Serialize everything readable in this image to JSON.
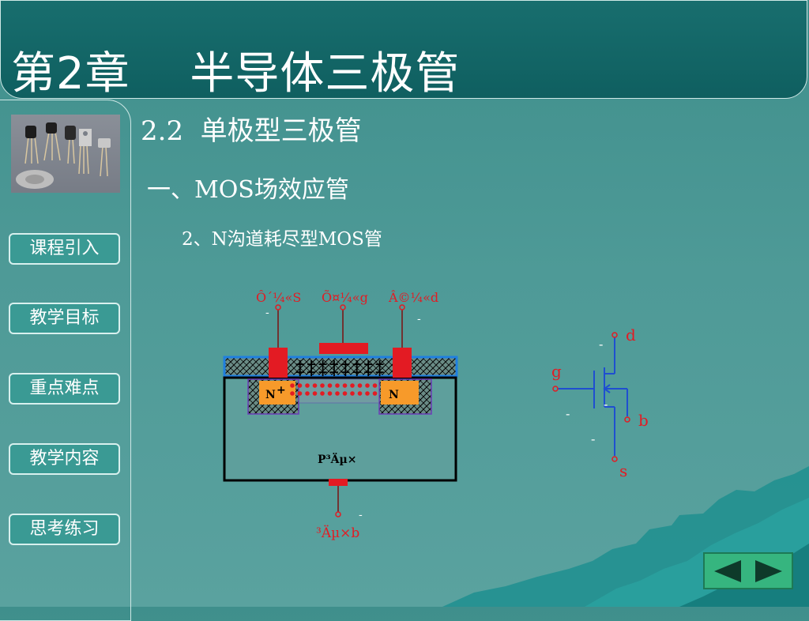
{
  "header": {
    "title": "第2章　 半导体三极管"
  },
  "sidebar": {
    "image_alt": "transistor-photo",
    "items": [
      {
        "label": "课程引入"
      },
      {
        "label": "教学目标"
      },
      {
        "label": "重点难点"
      },
      {
        "label": "教学内容"
      },
      {
        "label": "思考练习"
      }
    ]
  },
  "content": {
    "section_title": "2.2  单极型三极管",
    "subtitle_1": "一、MOS场效应管",
    "subtitle_2": "2、N沟道耗尽型MOS管"
  },
  "diagram": {
    "source_label": "Ô´¼«S",
    "gate_label": "Õ¤¼«g",
    "drain_label": "Â©¼«d",
    "substrate_label": "³Äµ×b",
    "p_substrate_label": "P³Äµ×",
    "n_left": "N",
    "n_left_plus": "+",
    "n_right": "N",
    "minus": "-",
    "plus_row": "++++++++"
  },
  "symbol": {
    "d": "d",
    "g": "g",
    "b": "b",
    "s": "s",
    "minus": "-"
  },
  "colors": {
    "background": "#4e9a97",
    "title_bar": "#136566",
    "button": "#3a9a94",
    "red": "#e31b23",
    "blue": "#1f7fe0",
    "orange": "#f79a2a",
    "nav_green": "#36b57f"
  },
  "nav": {
    "prev_icon": "triangle-left-icon",
    "next_icon": "triangle-right-icon"
  }
}
